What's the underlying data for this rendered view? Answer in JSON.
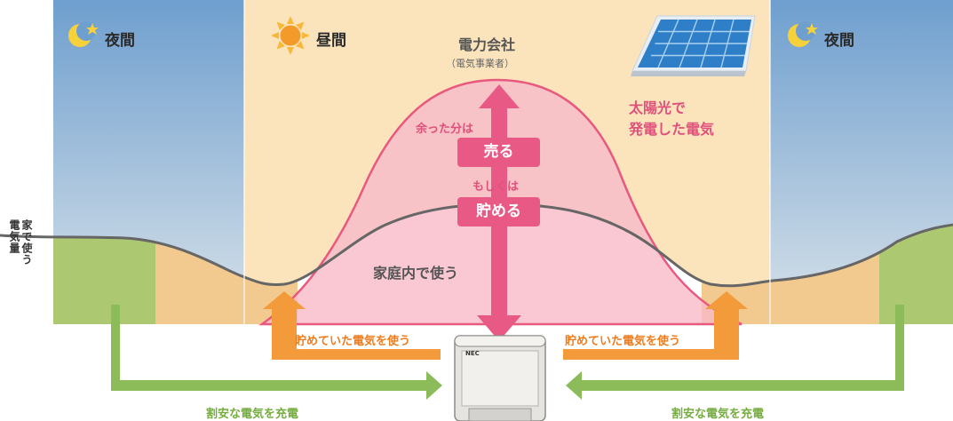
{
  "periods": {
    "night_left": "夜間",
    "day": "昼間",
    "night_right": "夜間"
  },
  "utility": {
    "title": "電力会社",
    "subtitle": "（電気事業者）"
  },
  "solar": {
    "line1": "太陽光で",
    "line2": "発電した電気"
  },
  "flows": {
    "surplus": "余った分は",
    "sell": "売る",
    "or": "もしくは",
    "store": "貯める",
    "home_use": "家庭内で使う",
    "use_stored_left": "貯めていた電気を使う",
    "use_stored_right": "貯めていた電気を使う",
    "charge_left": "割安な電気を充電",
    "charge_right": "割安な電気を充電"
  },
  "axis_label": {
    "col1": "家で使う",
    "col2": "電気量"
  },
  "device": {
    "brand": "NEC"
  },
  "colors": {
    "night_sky_top": "#6f9fcf",
    "day_sky": "#fbe4bc",
    "solar_curve_fill": "#f7bac8",
    "solar_curve_stroke": "#e8587f",
    "usage_curve_stroke": "#666666",
    "night_green": "#acc870",
    "stored_orange": "#f2c98e",
    "pink_accent": "#e85a85",
    "orange_arrow": "#f39a3a",
    "green_arrow": "#8cbc5a"
  }
}
